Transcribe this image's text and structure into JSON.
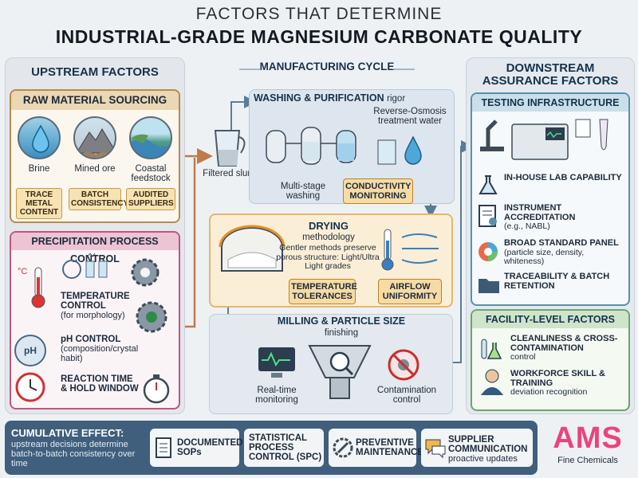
{
  "title": {
    "line1": "FACTORS THAT DETERMINE",
    "line2": "INDUSTRIAL-GRADE MAGNESIUM CARBONATE QUALITY"
  },
  "upstream": {
    "heading": "UPSTREAM FACTORS",
    "raw": {
      "heading": "RAW MATERIAL SOURCING",
      "sources": [
        {
          "label": "Brine",
          "tag": "TRACE METAL CONTENT"
        },
        {
          "label": "Mined ore",
          "tag": "BATCH CONSISTENCY"
        },
        {
          "label": "Coastal feedstock",
          "tag": "AUDITED SUPPLIERS"
        }
      ]
    },
    "precipitation": {
      "heading": "PRECIPITATION PROCESS CONTROL",
      "controls": [
        {
          "title": "TEMPERATURE CONTROL",
          "note": "(for morphology)"
        },
        {
          "title": "pH CONTROL",
          "note": "(composition/crystal habit)"
        },
        {
          "title": "REACTION TIME & HOLD WINDOW",
          "note": ""
        }
      ],
      "ph_icon": "pH",
      "temp_icon": "°C"
    }
  },
  "manufacturing": {
    "heading": "MANUFACTURING CYCLE",
    "slurry": "Filtered slurry",
    "washing": {
      "heading": "WASHING & PURIFICATION",
      "heading_suffix": "rigor",
      "ro": "Reverse-Osmosis treatment water",
      "multistage": "Multi-stage washing",
      "box": "CONDUCTIVITY MONITORING"
    },
    "drying": {
      "heading": "DRYING",
      "sub": "methodology",
      "note": "Gentler methods preserve porous structure: Light/Ultra Light grades",
      "box1": "TEMPERATURE TOLERANCES",
      "box2": "AIRFLOW UNIFORMITY"
    },
    "milling": {
      "heading": "MILLING & PARTICLE SIZE",
      "sub": "finishing",
      "left": "Real-time monitoring",
      "right": "Contamination control"
    }
  },
  "downstream": {
    "heading": "DOWNSTREAM ASSURANCE FACTORS",
    "testing": {
      "heading": "TESTING INFRASTRUCTURE",
      "items": [
        {
          "title": "IN-HOUSE LAB CAPABILITY",
          "note": ""
        },
        {
          "title": "INSTRUMENT ACCREDITATION",
          "note": "(e.g., NABL)"
        },
        {
          "title": "BROAD STANDARD PANEL",
          "note": "(particle size, density, whiteness)"
        },
        {
          "title": "TRACEABILITY & BATCH RETENTION",
          "note": ""
        }
      ]
    },
    "facility": {
      "heading": "FACILITY-LEVEL FACTORS",
      "items": [
        {
          "title": "CLEANLINESS & CROSS-CONTAMINATION",
          "note": "control"
        },
        {
          "title": "WORKFORCE SKILL & TRAINING",
          "note": "deviation recognition"
        }
      ]
    }
  },
  "bottom": {
    "heading": "CUMULATIVE EFFECT:",
    "text": "upstream decisions determine batch-to-batch consistency over time",
    "pills": [
      {
        "title": "DOCUMENTED SOPs",
        "note": ""
      },
      {
        "title": "STATISTICAL PROCESS CONTROL (SPC)",
        "note": ""
      },
      {
        "title": "PREVENTIVE MAINTENANCE",
        "note": ""
      },
      {
        "title": "SUPPLIER COMMUNICATION",
        "note": "proactive updates"
      }
    ]
  },
  "logo": {
    "mark": "AMS",
    "sub": "Fine Chemicals"
  },
  "colors": {
    "raw": "#b98a4a",
    "precipitation": "#c0567d",
    "testing": "#5b8fab",
    "facility": "#6ca66b",
    "drying": "#e7b66b",
    "bottom": "#3f5f7d",
    "logo": "#e8457c"
  }
}
